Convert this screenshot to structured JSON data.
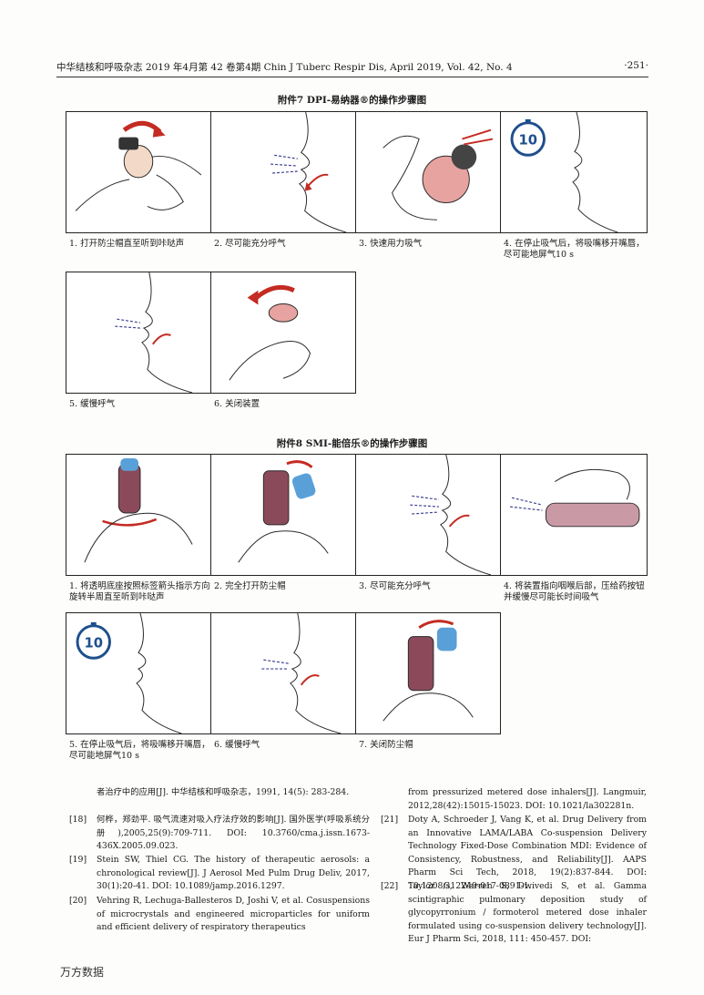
{
  "header": {
    "left": "中华结核和呼吸杂志 2019 年4月第 42 卷第4期   Chin J Tuberc Respir Dis, April 2019, Vol. 42, No. 4",
    "right": "·251·"
  },
  "figure7": {
    "caption": "附件7   DPI-易纳器®的操作步骤图",
    "steps": [
      "1. 打开防尘帽直至听到咔哒声",
      "2. 尽可能充分呼气",
      "3. 快速用力吸气",
      "4. 在停止吸气后，将吸嘴移开嘴唇，\n    尽可能地屏气10  s",
      "5. 缓慢呼气",
      "6. 关闭装置"
    ],
    "timer_label": "10"
  },
  "figure8": {
    "caption": "附件8   SMI-能倍乐®的操作步骤图",
    "steps": [
      "1. 将透明底座按照标签箭头指示方向\n    旋转半周直至听到咔哒声",
      "2. 完全打开防尘帽",
      "3. 尽可能充分呼气",
      "4. 将装置指向咽喉后部，压给药按钮\n    并缓慢尽可能长时间吸气",
      "5. 在停止吸气后，将吸嘴移开嘴唇，\n    尽可能地屏气10  s",
      "6. 缓慢呼气",
      "7. 关闭防尘帽"
    ],
    "timer_label": "10"
  },
  "references": {
    "left": [
      {
        "num": "",
        "text": "者治疗中的应用[J]. 中华结核和呼吸杂志，1991, 14(5): 283-284."
      },
      {
        "num": "[18]",
        "text": "何桦，郑劲平. 吸气流速对吸入疗法疗效的影响[J]. 国外医学(呼吸系统分册),2005,25(9):709-711. DOI: 10.3760/cma.j.issn.1673-436X.2005.09.023."
      },
      {
        "num": "[19]",
        "text": "Stein SW, Thiel CG. The history of therapeutic aerosols: a chronological review[J]. J Aerosol Med Pulm Drug Deliv, 2017, 30(1):20-41. DOI: 10.1089/jamp.2016.1297."
      },
      {
        "num": "[20]",
        "text": "Vehring R, Lechuga-Ballesteros D, Joshi V, et al. Cosuspensions of microcrystals and engineered microparticles for uniform and efficient delivery of respiratory therapeutics"
      }
    ],
    "right": [
      {
        "num": "",
        "text": "from pressurized metered dose inhalers[J]. Langmuir, 2012,28(42):15015-15023. DOI: 10.1021/la302281n."
      },
      {
        "num": "[21]",
        "text": "Doty A, Schroeder J, Vang K, et al. Drug Delivery from an Innovative LAMA/LABA Co-suspension Delivery Technology Fixed-Dose Combination MDI: Evidence of Consistency, Robustness, and Reliability[J]. AAPS Pharm Sci Tech, 2018, 19(2):837-844. DOI: 10.1208/s12249-017-0891-1."
      },
      {
        "num": "[22]",
        "text": "Taylor G, Warren S, Dwivedi S, et al. Gamma scintigraphic pulmonary deposition study of glycopyrronium / formoterol metered dose inhaler formulated using co-suspension delivery technology[J]. Eur J Pharm Sci, 2018, 111: 450-457. DOI:"
      }
    ]
  },
  "watermark": "万方数据",
  "colors": {
    "arrow": "#c42b22",
    "breath": "#3b3f8f",
    "skin": "#f3d9c8",
    "outline": "#2a2a2a",
    "device_blue": "#5aa0d8",
    "device_maroon": "#8b4a5a"
  }
}
